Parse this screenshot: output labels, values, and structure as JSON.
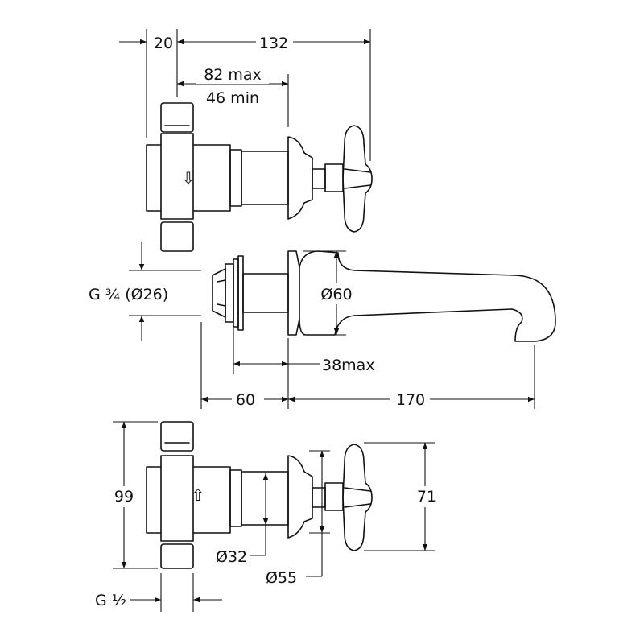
{
  "dimensions": {
    "top_left_width": "20",
    "top_overall": "132",
    "top_reach_max": "82 max",
    "top_reach_min": "46 min",
    "spout_thread": "G ¾ (Ø26)",
    "spout_plate_dia": "Ø60",
    "spout_depth_max": "38max",
    "spout_body": "60",
    "spout_length": "170",
    "bottom_height": "99",
    "bottom_handle_height": "71",
    "bottom_shroud_dia": "Ø32",
    "bottom_flange_dia": "Ø55",
    "bottom_thread": "G ½"
  },
  "symbols": {
    "top_flow": "⇩",
    "bottom_flow": "⇧"
  }
}
